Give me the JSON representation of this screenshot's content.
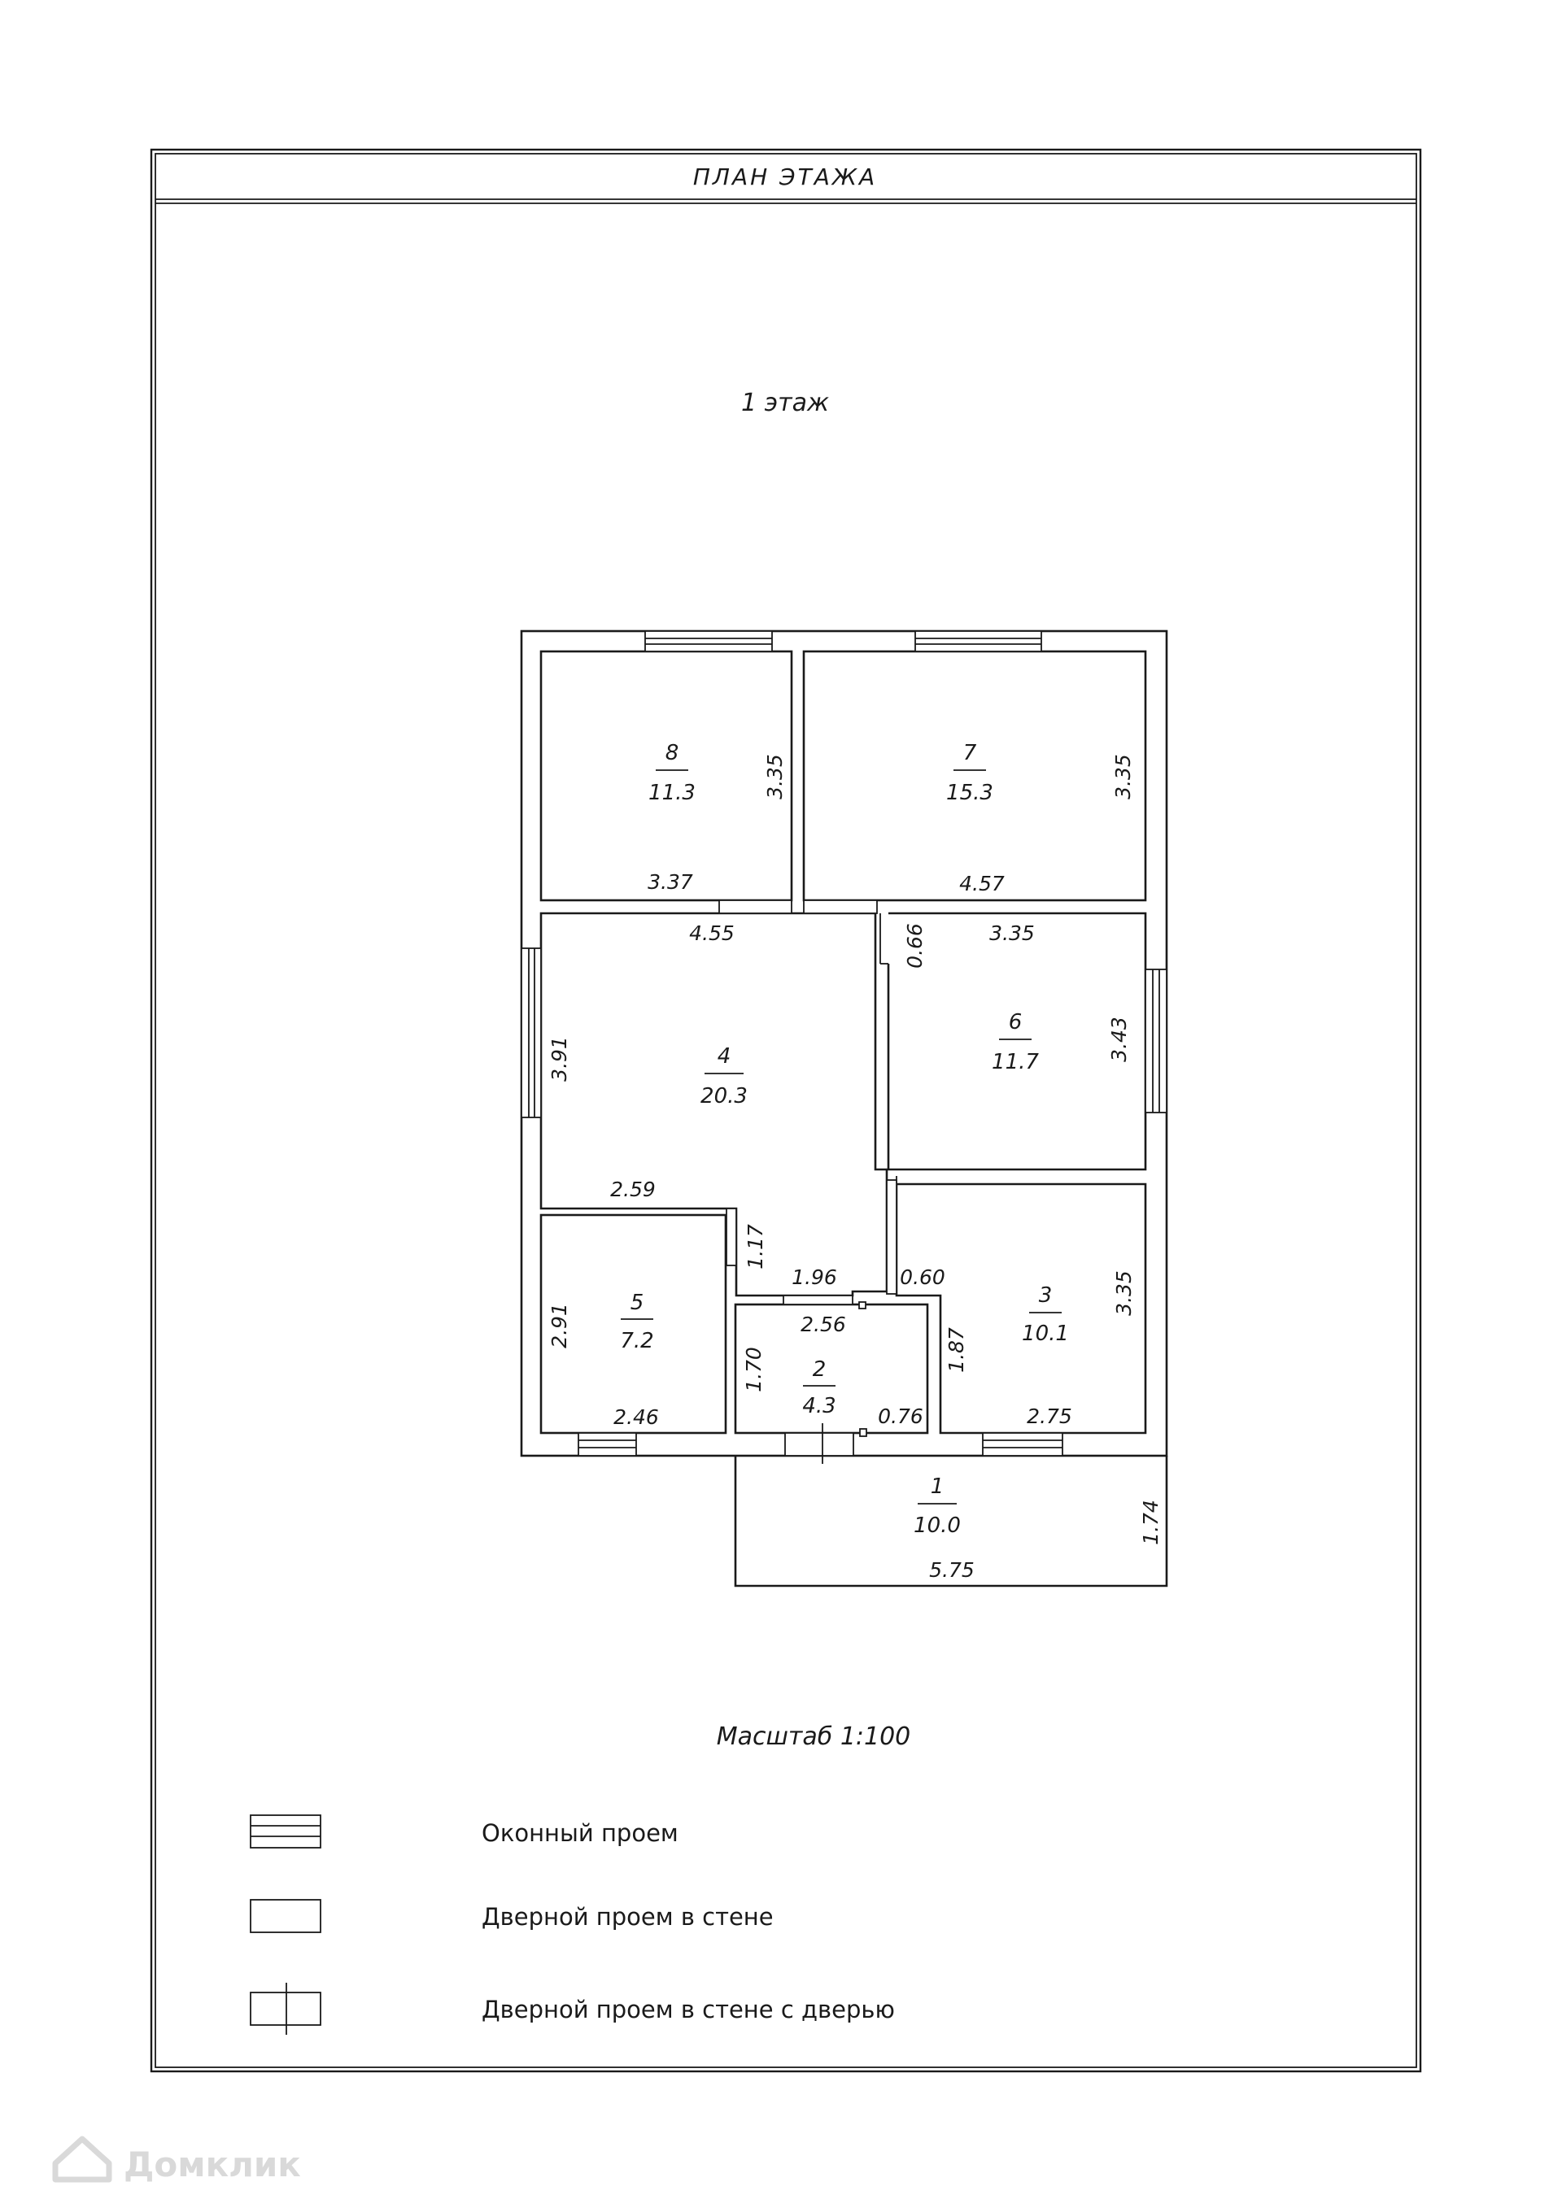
{
  "title": "ПЛАН ЭТАЖА",
  "floor_label": "1 этаж",
  "scale": "Масштаб 1:100",
  "rooms": [
    {
      "number": "1",
      "area": "10.0"
    },
    {
      "number": "2",
      "area": "4.3"
    },
    {
      "number": "3",
      "area": "10.1"
    },
    {
      "number": "4",
      "area": "20.3"
    },
    {
      "number": "5",
      "area": "7.2"
    },
    {
      "number": "6",
      "area": "11.7"
    },
    {
      "number": "7",
      "area": "15.3"
    },
    {
      "number": "8",
      "area": "11.3"
    }
  ],
  "dimensions": {
    "r8_height": "3.35",
    "r8_width": "3.37",
    "r7_height": "3.35",
    "r7_width": "4.57",
    "r4_top": "4.55",
    "r4_left": "3.91",
    "r4_bottom": "2.59",
    "r4_notch": "1.17",
    "r4_bottom_mid": "1.96",
    "r6_opening": "0.66",
    "r6_top": "3.35",
    "r6_right": "3.43",
    "r5_left": "2.91",
    "r5_bottom": "2.46",
    "r2_top": "2.56",
    "r2_left": "1.70",
    "r2_door": "0.76",
    "r3_notch": "0.60",
    "r3_left": "1.87",
    "r3_right": "3.35",
    "r3_bottom": "2.75",
    "r1_right": "1.74",
    "r1_bottom": "5.75"
  },
  "legend": [
    {
      "icon": "window-opening-icon",
      "label": "Оконный проем"
    },
    {
      "icon": "door-opening-icon",
      "label": "Дверной проем в стене"
    },
    {
      "icon": "door-with-leaf-icon",
      "label": "Дверной проем в стене с дверью"
    }
  ],
  "watermark": "Домклик"
}
